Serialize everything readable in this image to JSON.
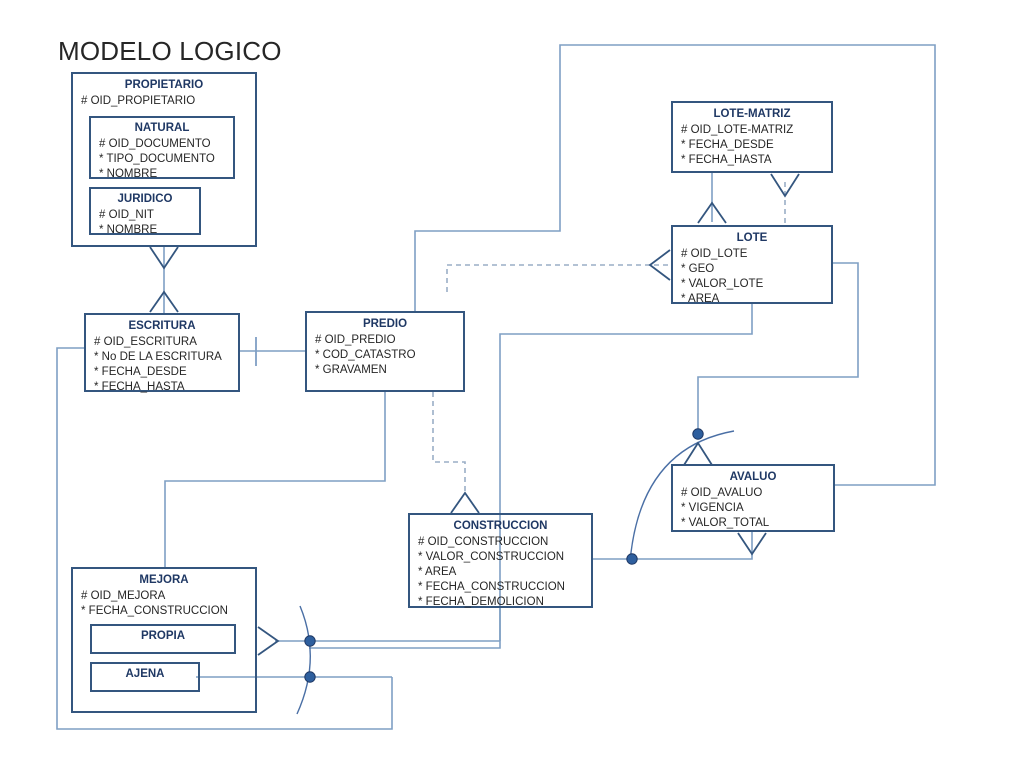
{
  "diagram": {
    "title": "MODELO LOGICO",
    "type": "entity-relationship-logical-model",
    "colors": {
      "entity_border": "#34567f",
      "entity_title": "#1f3864",
      "attribute_text": "#262626",
      "relationship_line": "#7f9fc4",
      "arc_marker": "#2e5f9e"
    }
  },
  "entities": [
    {
      "id": "propietario",
      "name": "PROPIETARIO",
      "attributes": [
        "# OID_PROPIETARIO"
      ],
      "subtypes": [
        {
          "id": "natural",
          "name": "NATURAL",
          "attributes": [
            "# OID_DOCUMENTO",
            "* TIPO_DOCUMENTO",
            "* NOMBRE"
          ]
        },
        {
          "id": "juridico",
          "name": "JURIDICO",
          "attributes": [
            "# OID_NIT",
            "* NOMBRE"
          ]
        }
      ]
    },
    {
      "id": "escritura",
      "name": "ESCRITURA",
      "attributes": [
        "# OID_ESCRITURA",
        "* No DE LA ESCRITURA",
        "* FECHA_DESDE",
        "* FECHA_HASTA"
      ],
      "subtypes": []
    },
    {
      "id": "predio",
      "name": "PREDIO",
      "attributes": [
        "# OID_PREDIO",
        "* COD_CATASTRO",
        "*  GRAVAMEN"
      ],
      "subtypes": []
    },
    {
      "id": "lote-matriz",
      "name": "LOTE-MATRIZ",
      "attributes": [
        "# OID_LOTE-MATRIZ",
        "* FECHA_DESDE",
        "* FECHA_HASTA"
      ],
      "subtypes": []
    },
    {
      "id": "lote",
      "name": "LOTE",
      "attributes": [
        "# OID_LOTE",
        "* GEO",
        "* VALOR_LOTE",
        "* AREA"
      ],
      "subtypes": []
    },
    {
      "id": "construccion",
      "name": "CONSTRUCCION",
      "attributes": [
        "# OID_CONSTRUCCION",
        "* VALOR_CONSTRUCCION",
        "* AREA",
        "* FECHA_CONSTRUCCION",
        "* FECHA_DEMOLICION"
      ],
      "subtypes": []
    },
    {
      "id": "avaluo",
      "name": "AVALUO",
      "attributes": [
        "# OID_AVALUO",
        "* VIGENCIA",
        "* VALOR_TOTAL"
      ],
      "subtypes": []
    },
    {
      "id": "mejora",
      "name": "MEJORA",
      "attributes": [
        "# OID_MEJORA",
        "* FECHA_CONSTRUCCION"
      ],
      "subtypes": [
        {
          "id": "propia",
          "name": "PROPIA",
          "attributes": []
        },
        {
          "id": "ajena",
          "name": "AJENA",
          "attributes": []
        }
      ]
    }
  ],
  "relationships": [
    {
      "id": "propietario-escritura",
      "from": "PROPIETARIO",
      "to": "ESCRITURA",
      "style": "solid"
    },
    {
      "id": "escritura-predio",
      "from": "ESCRITURA",
      "to": "PREDIO",
      "style": "solid"
    },
    {
      "id": "predio-lote",
      "from": "PREDIO",
      "to": "LOTE",
      "style": "dashed"
    },
    {
      "id": "predio-lote-matriz",
      "from": "PREDIO",
      "to": "LOTE-MATRIZ",
      "style": "solid"
    },
    {
      "id": "lote-matriz-lote",
      "from": "LOTE-MATRIZ",
      "to": "LOTE",
      "style": "solid"
    },
    {
      "id": "lote-matriz-lote-opt",
      "from": "LOTE-MATRIZ",
      "to": "LOTE",
      "style": "dashed"
    },
    {
      "id": "predio-construccion",
      "from": "PREDIO",
      "to": "CONSTRUCCION",
      "style": "dashed"
    },
    {
      "id": "lote-avaluo",
      "from": "LOTE",
      "to": "AVALUO",
      "style": "solid"
    },
    {
      "id": "construccion-avaluo",
      "from": "CONSTRUCCION",
      "to": "AVALUO",
      "style": "solid"
    },
    {
      "id": "escritura-mejora",
      "from": "ESCRITURA",
      "to": "MEJORA",
      "style": "solid"
    },
    {
      "id": "predio-mejora",
      "from": "PREDIO",
      "to": "MEJORA",
      "style": "solid"
    },
    {
      "id": "mejora-propia-construccion",
      "from": "MEJORA/PROPIA",
      "to": "CONSTRUCCION",
      "style": "solid"
    },
    {
      "id": "mejora-ajena-other",
      "from": "MEJORA/AJENA",
      "to": "LOTE",
      "style": "solid"
    }
  ],
  "notation": {
    "primary_key_marker": "#",
    "mandatory_marker": "*",
    "many_end": "crow-foot",
    "one_end": "tick",
    "exclusive_arc": "arc-with-dots"
  }
}
